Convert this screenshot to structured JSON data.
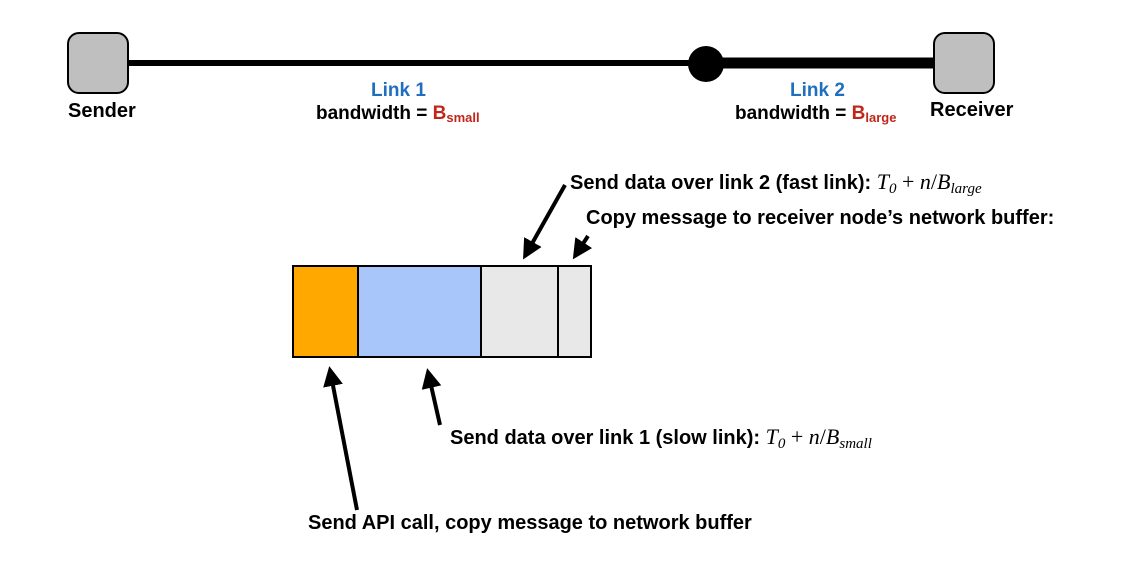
{
  "network": {
    "sender_label": "Sender",
    "receiver_label": "Receiver",
    "link1": {
      "name": "Link 1",
      "bw_prefix": "bandwidth = ",
      "bw_symbol": "B",
      "bw_sub": "small"
    },
    "link2": {
      "name": "Link 2",
      "bw_prefix": "bandwidth = ",
      "bw_symbol": "B",
      "bw_sub": "large"
    }
  },
  "annotations": {
    "fast_link": {
      "text": "Send data over link 2 (fast link): ",
      "t0": "T",
      "t0_sub": "0",
      "plus": " + ",
      "n": "n",
      "slash": "/",
      "b": "B",
      "b_sub": "large"
    },
    "copy_receiver": {
      "text": "Copy message to receiver node’s network buffer:"
    },
    "slow_link": {
      "text": "Send data over link 1 (slow link): ",
      "t0": "T",
      "t0_sub": "0",
      "plus": " + ",
      "n": "n",
      "slash": "/",
      "b": "B",
      "b_sub": "small"
    },
    "api_call": {
      "text": "Send API call, copy message to network buffer"
    }
  },
  "colors": {
    "api_block": "#ffa800",
    "slow_block": "#a9c6fb",
    "fast_block": "#e8e8e8",
    "copy_block": "#e8e8e8",
    "link_label": "#1f6fbf",
    "bandwidth_symbol": "#c0261a"
  }
}
